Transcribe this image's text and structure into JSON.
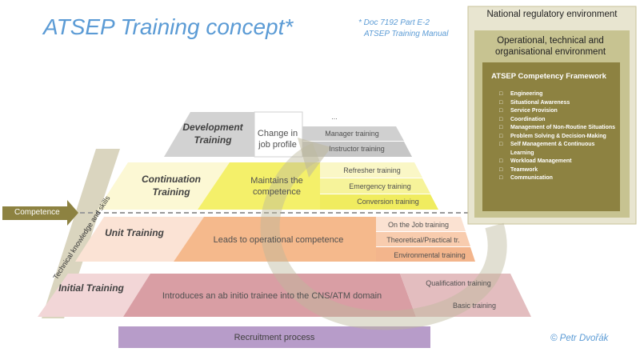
{
  "title": "ATSEP Training concept*",
  "reference": {
    "line1": "* Doc 7192 Part E-2",
    "line2": "ATSEP Training Manual"
  },
  "copyright": "© Petr Dvořák",
  "environments": {
    "national": "National regulatory environment",
    "operational": "Operational, technical and organisational environment",
    "framework_title": "ATSEP Competency Framework",
    "framework_items": [
      "Engineering",
      "Situational Awareness",
      "Service Provision",
      "Coordination",
      "Management of Non-Routine Situations",
      "Problem Solving & Decision-Making",
      "Self Management & Continuous Learning",
      "Workload Management",
      "Teamwork",
      "Communication"
    ]
  },
  "competence_label": "Competence",
  "side_axis_label": "Technical knowledge and skills",
  "levels": {
    "development": {
      "label": "Development Training",
      "center": "Change in job profile",
      "items": [
        "...",
        "Manager training",
        "Instructor training"
      ]
    },
    "continuation": {
      "label": "Continuation Training",
      "center": "Maintains the competence",
      "items": [
        "Refresher training",
        "Emergency training",
        "Conversion training"
      ]
    },
    "unit": {
      "label": "Unit Training",
      "center": "Leads to operational competence",
      "items": [
        "On the Job training",
        "Theoretical/Practical tr.",
        "Environmental training"
      ]
    },
    "initial": {
      "label": "Initial Training",
      "center": "Introduces an ab initio trainee into the CNS/ATM domain",
      "items": [
        "Qualification training",
        "Basic training"
      ]
    }
  },
  "recruitment": "Recruitment process",
  "colors": {
    "title_blue": "#5b9bd5",
    "development": "#c8c8c8",
    "continuation": "#f4f07a",
    "unit": "#f5bd8e",
    "initial": "#dfa7ac",
    "recruitment": "#b79cc9",
    "frame_outer": "#e7e4ce",
    "frame_mid": "#c5c18f",
    "frame_inner": "#8c8140",
    "competence_arrow": "#8c8140"
  }
}
